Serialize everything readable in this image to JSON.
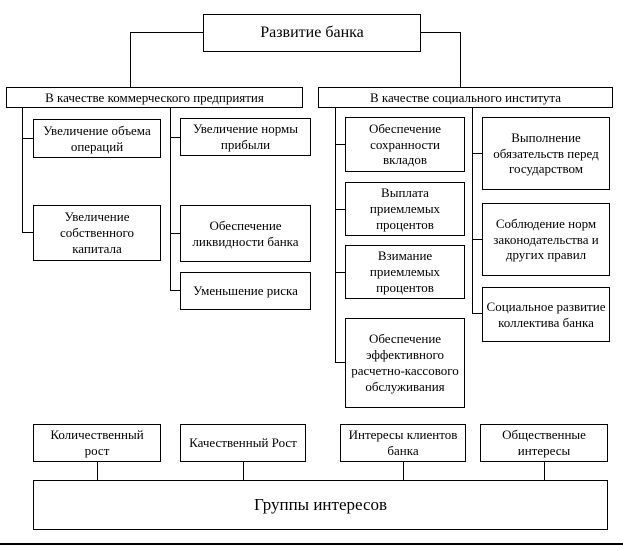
{
  "diagram": {
    "root": "Развитие банка",
    "commercial": {
      "header": "В качестве коммерческого предприятия",
      "col1": [
        "Увеличение объема операций",
        "Увеличение собственного капитала"
      ],
      "col2": [
        "Увеличение нормы прибыли",
        "Обеспечение ликвидности банка",
        "Уменьшение риска"
      ]
    },
    "social": {
      "header": "В качестве социального института",
      "col1": [
        "Обеспечение сохранности вкладов",
        "Выплата приемлемых процентов",
        "Взимание приемлемых процентов",
        "Обеспечение эффективного расчетно-кассового обслуживания"
      ],
      "col2": [
        "Выполнение обязательств перед государством",
        "Соблюдение норм законодательства и других правил",
        "Социальное развитие коллектива банка"
      ]
    },
    "bottom": [
      "Количественный рост",
      "Качественный Рост",
      "Интересы клиентов банка",
      "Общественные интересы"
    ],
    "footer": "Группы интересов",
    "colors": {
      "line": "#000000",
      "box_bg": "#ffffff"
    }
  }
}
